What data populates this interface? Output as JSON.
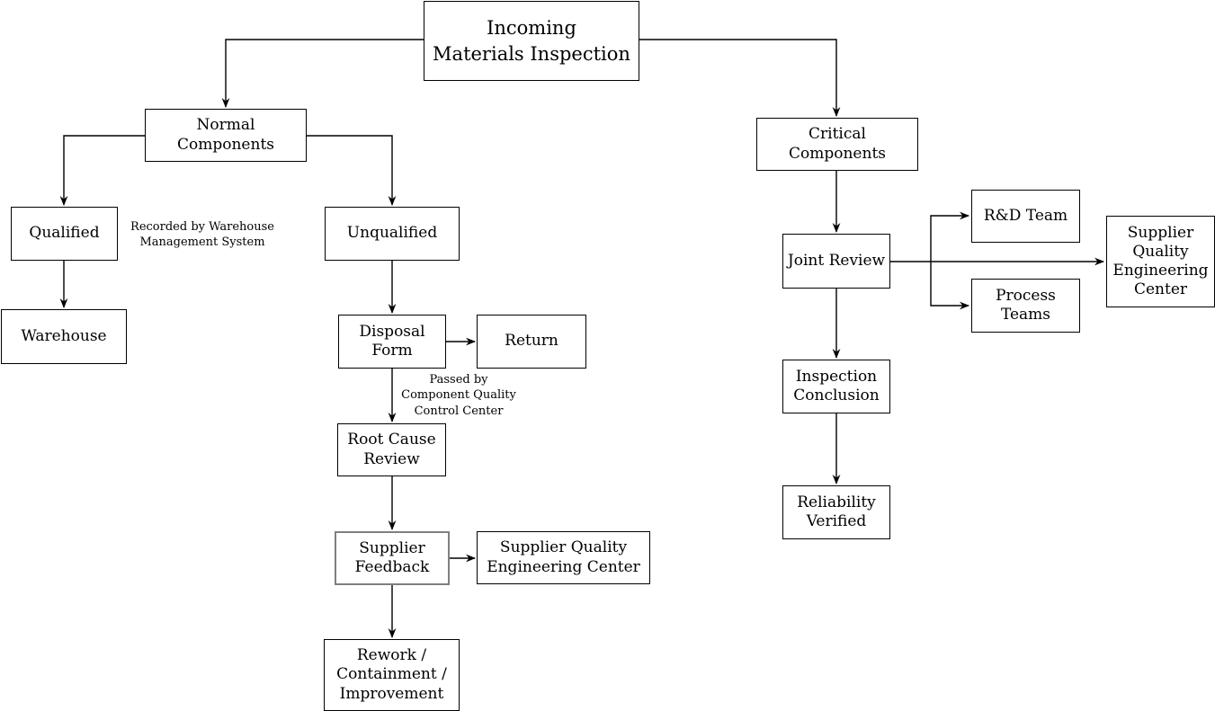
{
  "diagram": {
    "nodes": {
      "incoming_materials_inspection": {
        "label": "Incoming\nMaterials Inspection"
      },
      "normal_components": {
        "label": "Normal Components"
      },
      "qualified": {
        "label": "Qualified"
      },
      "warehouse": {
        "label": "Warehouse"
      },
      "unqualified": {
        "label": "Unqualified"
      },
      "disposal_form": {
        "label": "Disposal\nForm"
      },
      "return": {
        "label": "Return"
      },
      "root_cause_review": {
        "label": "Root Cause\nReview"
      },
      "supplier_feedback": {
        "label": "Supplier\nFeedback"
      },
      "supplier_quality_engineering_center_left": {
        "label": "Supplier Quality\nEngineering Center"
      },
      "rework_containment_improvement": {
        "label": "Rework /\nContainment /\nImprovement"
      },
      "critical_components": {
        "label": "Critical Components"
      },
      "joint_review": {
        "label": "Joint Review"
      },
      "rd_team": {
        "label": "R&D Team"
      },
      "process_teams": {
        "label": "Process\nTeams"
      },
      "supplier_quality_engineering_center_right": {
        "label": "Supplier\nQuality\nEngineering\nCenter"
      },
      "inspection_conclusion": {
        "label": "Inspection\nConclusion"
      },
      "reliability_verified": {
        "label": "Reliability\nVerified"
      }
    },
    "annotations": {
      "recorded_by_warehouse": "Recorded by Warehouse\nManagement System",
      "passed_by_component": "Passed by\nComponent Quality\nControl Center"
    },
    "colors": {
      "node_border": "#000000",
      "highlight_border": "#7f7f7f",
      "edge": "#000000",
      "background": "#ffffff",
      "text": "#000000"
    }
  }
}
